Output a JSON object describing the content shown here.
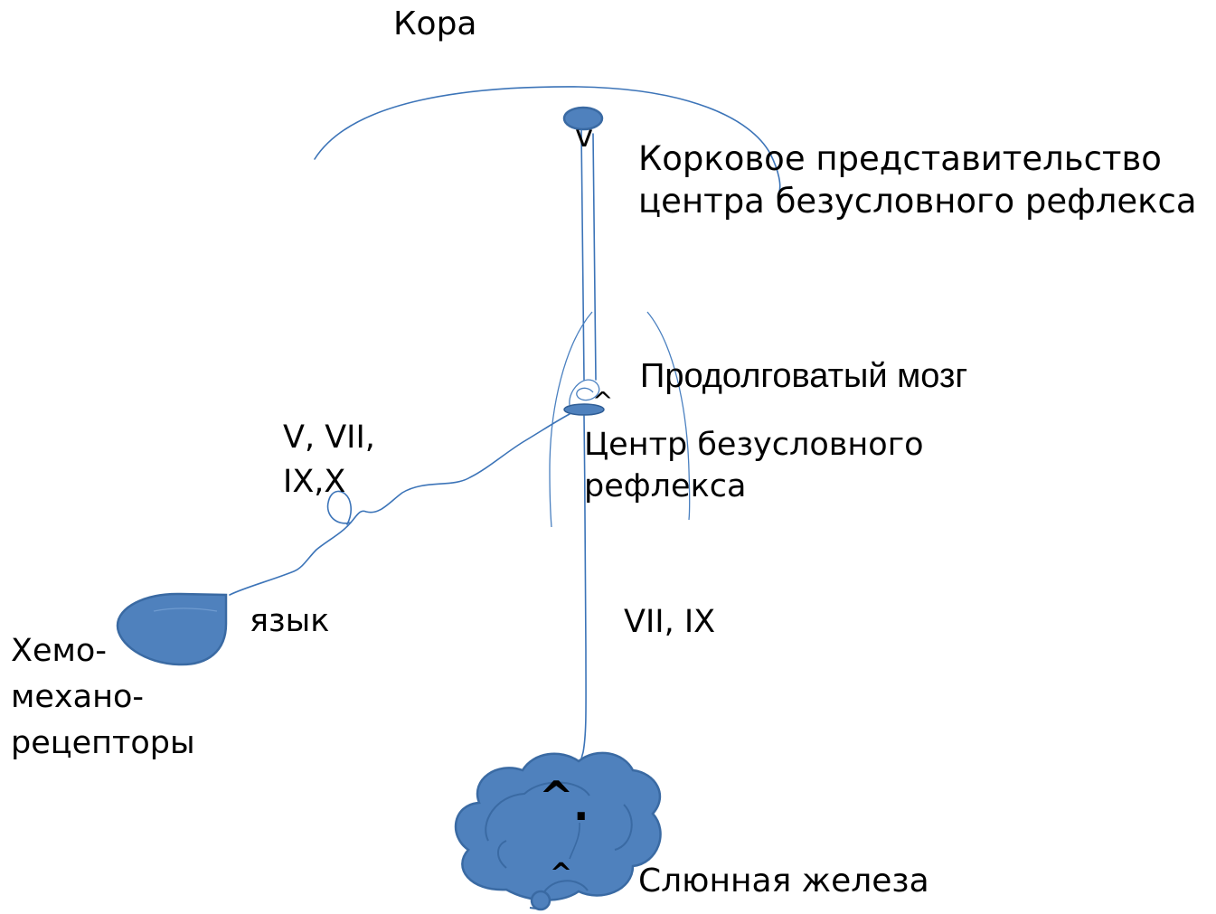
{
  "labels": {
    "cortex": "Кора",
    "cortical_center": [
      "Корковое представительство",
      "центра безусловного рефлекса"
    ],
    "medulla": "Продолговатый мозг",
    "reflex_center": [
      "Центр безусловного",
      "рефлекса"
    ],
    "afferent_nerves": [
      "V, VII,",
      "IX,X"
    ],
    "efferent_nerves": "VII, IX",
    "tongue": "язык",
    "receptors": [
      "Хемо-",
      "механо-",
      "рецепторы"
    ],
    "gland": "Слюнная железа"
  },
  "markers": {
    "cortex_neuron_mark": "v",
    "medulla_mark": "^",
    "gland_mark_upper": "^",
    "gland_dot": ".",
    "gland_mark_lower": "^"
  },
  "colors": {
    "fill": "#4f81bd",
    "stroke": "#3a6aa3",
    "line": "#3c74b8"
  }
}
